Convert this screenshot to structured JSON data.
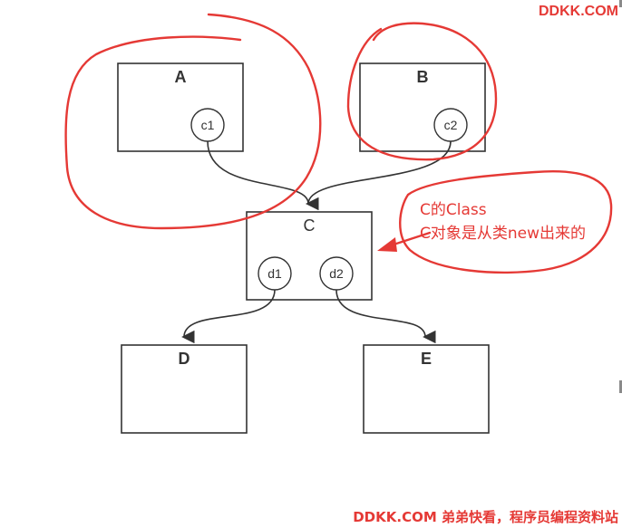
{
  "watermark": {
    "top": "DDKK.COM",
    "bottom": "DDKK.COM 弟弟快看，程序员编程资料站"
  },
  "nodes": {
    "a": {
      "label": "A"
    },
    "b": {
      "label": "B"
    },
    "c": {
      "label": "C"
    },
    "d": {
      "label": "D"
    },
    "e": {
      "label": "E"
    }
  },
  "ports": {
    "c1": "c1",
    "c2": "c2",
    "d1": "d1",
    "d2": "d2"
  },
  "annotation": {
    "line1": "C的Class",
    "line2": "C对象是从类new出来的"
  },
  "colors": {
    "ink": "#333333",
    "marker": "#e53935"
  }
}
